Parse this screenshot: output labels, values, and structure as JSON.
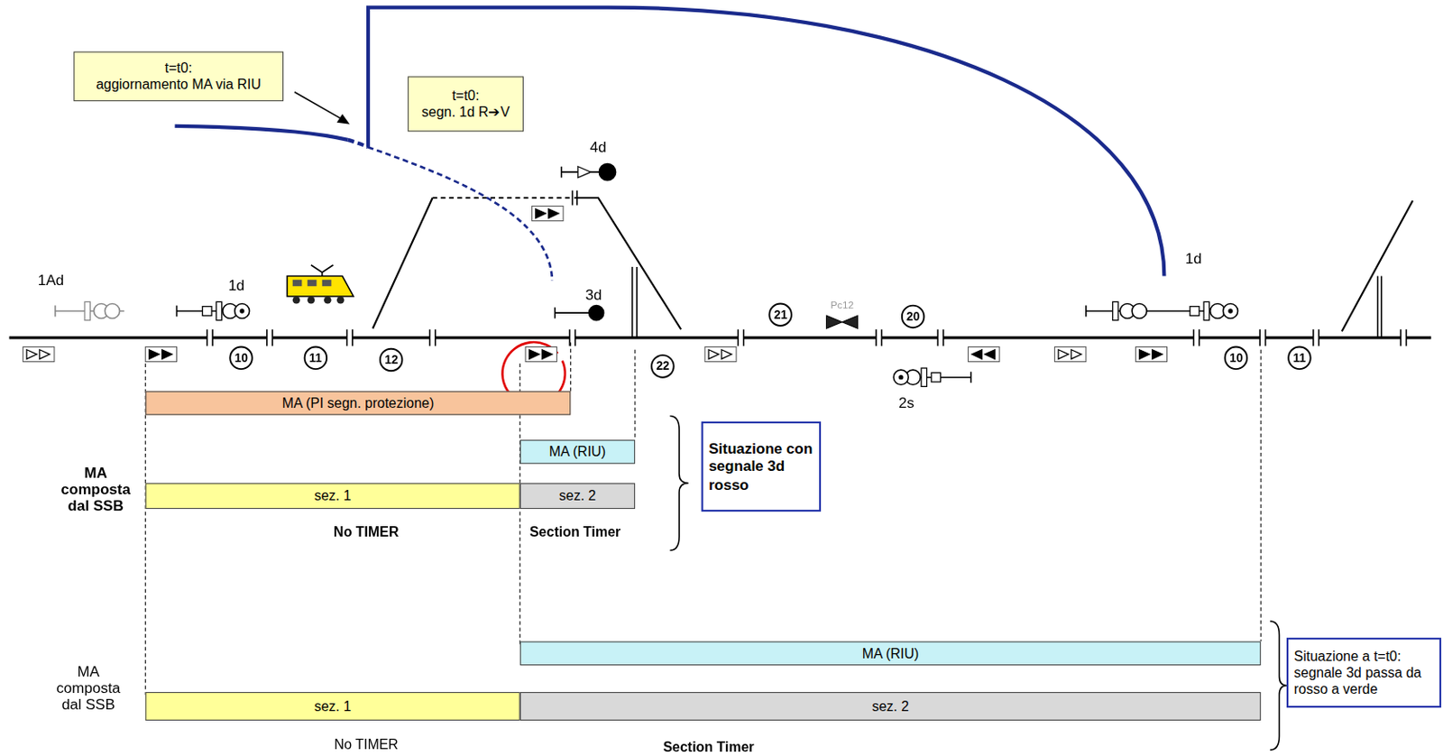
{
  "diagram": {
    "nodes": [
      {
        "text": [
          "t=t0:",
          "aggiornamento MA via RIU"
        ]
      },
      {
        "text": [
          "t=t0:",
          "segn. 1d R➔V"
        ]
      },
      {
        "text": [
          "MA (PI segn. protezione)"
        ]
      },
      {
        "text": [
          "MA (RIU)"
        ]
      },
      {
        "text": [
          "sez. 1"
        ]
      },
      {
        "text": [
          "sez. 2"
        ]
      },
      {
        "text": [
          "Situazione con segnale 3d rosso"
        ]
      },
      {
        "text": [
          "MA (RIU)"
        ]
      },
      {
        "text": [
          "sez. 1"
        ]
      },
      {
        "text": [
          "sez. 2"
        ]
      },
      {
        "text": [
          "Situazione a t=t0: segnale 3d passa da rosso a verde"
        ]
      }
    ],
    "labels": [
      "1Ad",
      "1d",
      "4d",
      "3d",
      "Pc12",
      "1d",
      "2s",
      "10",
      "11",
      "12",
      "22",
      "21",
      "20",
      "10",
      "11",
      "MA composta dal SSB",
      "No TIMER",
      "Section Timer",
      "MA composta dal SSB",
      "No TIMER",
      "Section Timer"
    ]
  }
}
